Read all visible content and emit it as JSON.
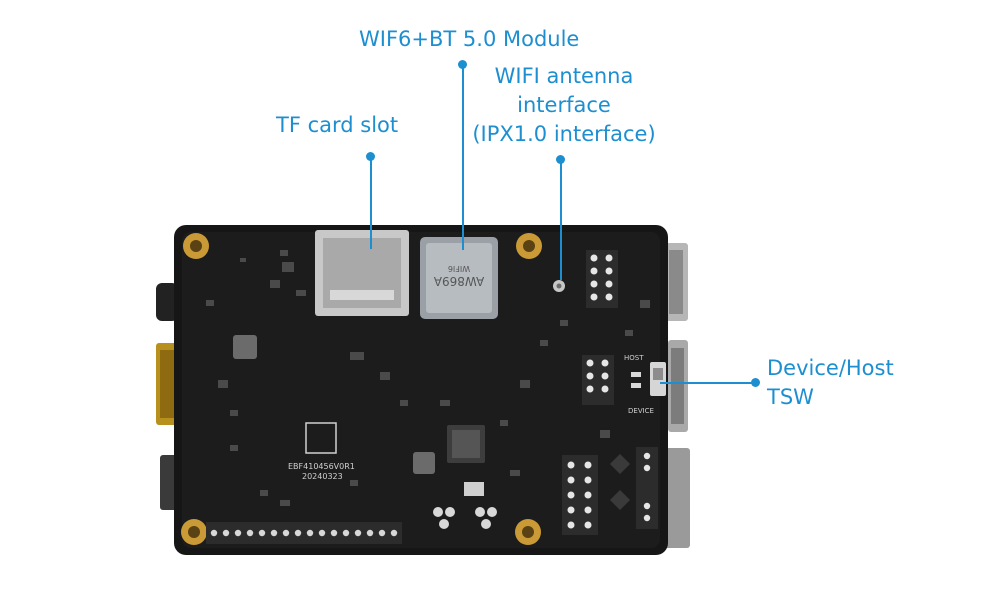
{
  "annotations": {
    "tf_card_slot": "TF card slot",
    "wifi_module": "WIF6+BT 5.0 Module",
    "wifi_antenna": [
      "WIFI antenna",
      "interface",
      "(IPX1.0 interface)"
    ],
    "device_host": [
      "Device/Host",
      "TSW"
    ]
  },
  "board_silkscreen": {
    "wifi_chip_top": "WIFI6",
    "wifi_chip_model": "AW869A",
    "board_id": "EBF410456V0R1",
    "board_date": "20240323",
    "host_label": "HOST",
    "device_label": "DEVICE"
  },
  "colors": {
    "accent": "#1d8fd1",
    "pcb": "#161616"
  }
}
